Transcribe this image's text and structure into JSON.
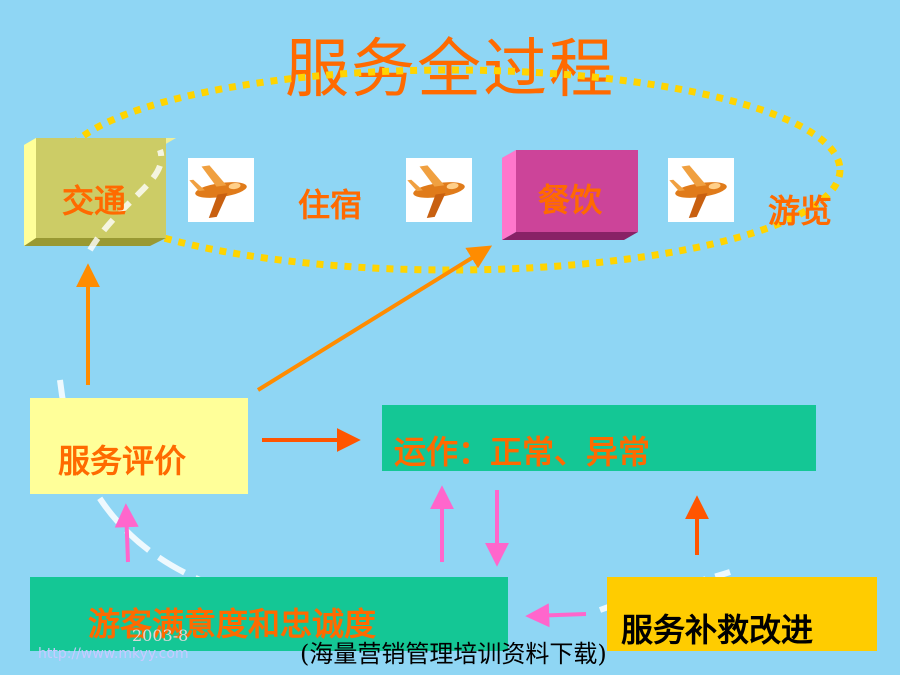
{
  "title": "服务全过程",
  "stages": {
    "transport": "交通",
    "lodging": "住宿",
    "dining": "餐饮",
    "sightseeing": "游览"
  },
  "boxes": {
    "evaluation": "服务评价",
    "operation": "运作：正常、异常",
    "satisfaction": "游客满意度和忠诚度",
    "recovery": "服务补救改进"
  },
  "footer": {
    "date": "2003-8",
    "source": "(海量营销管理培训资料下载)",
    "url": "http://www.mkyy.com"
  },
  "colors": {
    "background": "#8fd6f4",
    "title": "#ff6a00",
    "transport_box": "#cccc66",
    "dining_box": "#cc4499",
    "evaluation_box": "#ffff99",
    "operation_box": "#14c795",
    "satisfaction_box": "#14c795",
    "recovery_box": "#ffcc00",
    "arrow_orange": "#ff8c00",
    "arrow_pink": "#ff66cc",
    "ellipse_dots": "#ffd400"
  },
  "icons": [
    "plane-icon",
    "plane-icon",
    "plane-icon"
  ]
}
